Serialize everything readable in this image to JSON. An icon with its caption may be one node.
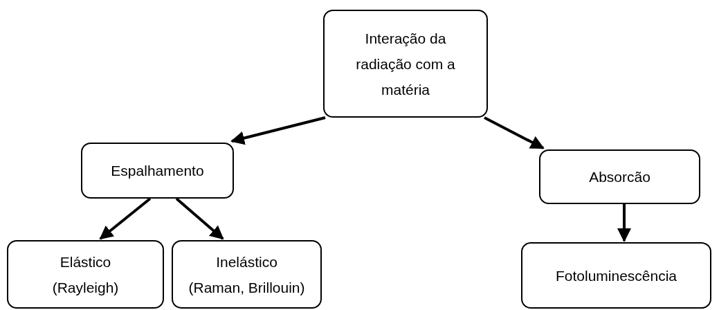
{
  "diagram": {
    "nodes": [
      {
        "text": [
          "Interação da radiação com a matéria"
        ]
      },
      {
        "text": [
          "Espalhamento"
        ]
      },
      {
        "text": [
          "Absorcão"
        ]
      },
      {
        "text": [
          "Elástico",
          "(Rayleigh)"
        ]
      },
      {
        "text": [
          "Inelástico",
          "(Raman, Brillouin)"
        ]
      },
      {
        "text": [
          "Fotoluminescência"
        ]
      }
    ],
    "edges": [
      {
        "from": 0,
        "to": 1,
        "arrow": "to"
      },
      {
        "from": 0,
        "to": 2,
        "arrow": "to"
      },
      {
        "from": 1,
        "to": 3,
        "arrow": "to"
      },
      {
        "from": 1,
        "to": 4,
        "arrow": "to"
      },
      {
        "from": 2,
        "to": 5,
        "arrow": "to"
      }
    ]
  }
}
